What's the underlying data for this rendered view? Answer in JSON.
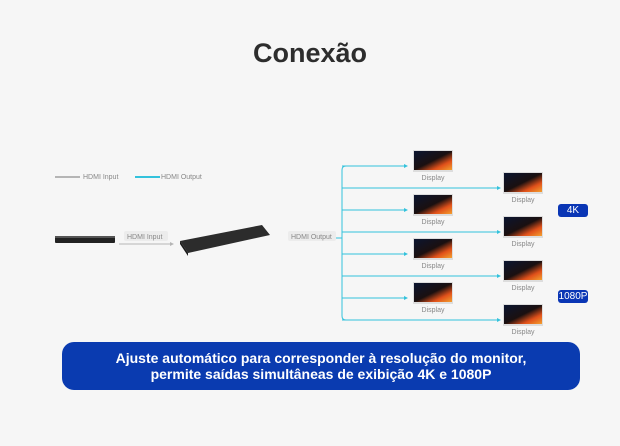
{
  "title": "Conexão",
  "legend": {
    "input": "HDMI Input",
    "output": "HDMI Output"
  },
  "colors": {
    "input": "#b5b5b5",
    "output": "#33c2dc",
    "badge": "#0a36b5"
  },
  "diagram": {
    "input_label": "HDMI Input",
    "output_label": "HDMI Output",
    "display_label": "Display"
  },
  "badges": {
    "k4": "4K",
    "p1080": "1080P"
  },
  "banner": {
    "line1": "Ajuste automático para corresponder à resolução do monitor,",
    "line2": "permite saídas simultâneas de exibição 4K e 1080P"
  }
}
